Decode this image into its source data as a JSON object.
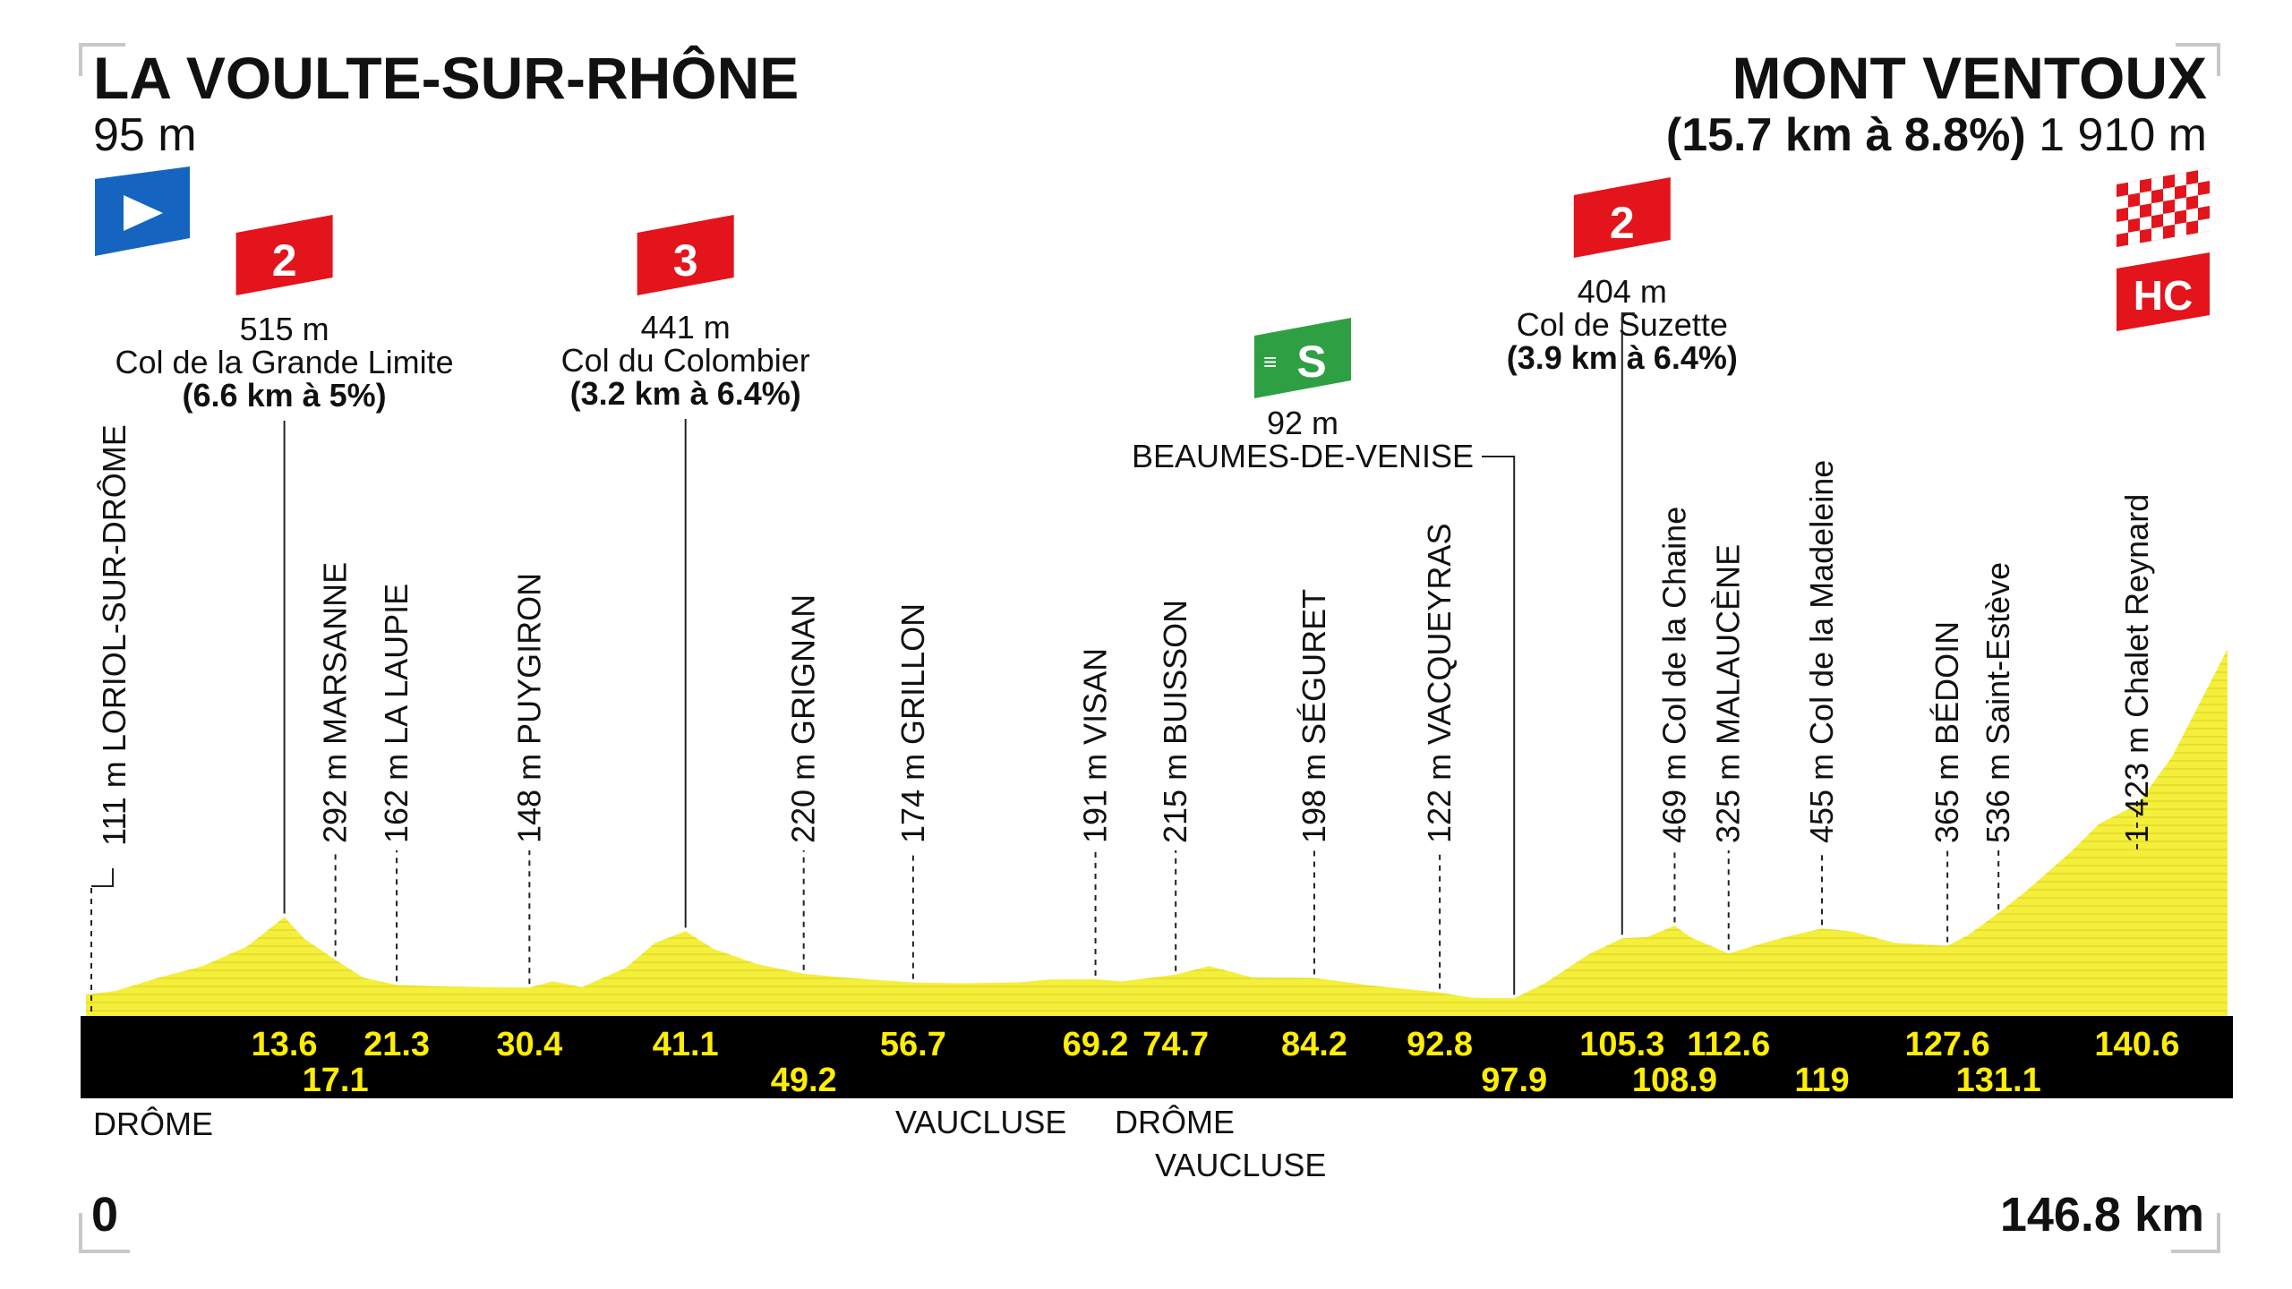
{
  "start": {
    "name": "LA VOULTE-SUR-RHÔNE",
    "altitude": "95 m",
    "km": "0",
    "icon": "start-flag-icon"
  },
  "finish": {
    "name": "MONT VENTOUX",
    "climb": "(15.7 km à 8.8%)",
    "altitude": "1 910 m",
    "km": "146.8 km",
    "icons": [
      "finish-checkered-flag-icon",
      "hc-category-icon"
    ],
    "hc_label": "HC"
  },
  "climbs": [
    {
      "category": "2",
      "altitude": "515 m",
      "name": "Col de la Grande Limite",
      "detail": "(6.6 km à 5%)",
      "km": 13.6
    },
    {
      "category": "3",
      "altitude": "441 m",
      "name": "Col du Colombier",
      "detail": "(3.2 km à 6.4%)",
      "km": 41.1
    },
    {
      "category": "2",
      "altitude": "404 m",
      "name": "Col de Suzette",
      "detail": "(3.9 km à 6.4%)",
      "km": 105.3
    }
  ],
  "sprint": {
    "letter": "S",
    "altitude": "92 m",
    "name": "BEAUMES-DE-VENISE",
    "km": 97.9,
    "icon": "sprint-icon"
  },
  "departments": [
    "DRÔME",
    "VAUCLUSE",
    "DRÔME",
    "VAUCLUSE"
  ],
  "colors": {
    "profile_fill": "#f4ef3a",
    "profile_line": "#e5d82a",
    "band": "#000000",
    "km_text": "#ffee00",
    "cat_red": "#e3141b",
    "start_blue": "#1565c0",
    "sprint_green": "#2ea043"
  },
  "chart_data": {
    "type": "area",
    "xlabel": "",
    "ylabel": "",
    "xlim": [
      0,
      146.8
    ],
    "ylim": [
      0,
      1910
    ],
    "profile": {
      "x": [
        0,
        2,
        5,
        8,
        11,
        13.6,
        15,
        17.1,
        19,
        21.3,
        24,
        27,
        30.4,
        32,
        34,
        37,
        39,
        41.1,
        43,
        46,
        49.2,
        52,
        56.7,
        60,
        64,
        66,
        69.2,
        71,
        74.7,
        77,
        80,
        84.2,
        88,
        92.8,
        95,
        97.9,
        100,
        103,
        105.3,
        107,
        108.9,
        110,
        112.6,
        115,
        117,
        119,
        121,
        124,
        127.6,
        129,
        131.1,
        133,
        136,
        138,
        140.6,
        143,
        146.8
      ],
      "y": [
        111,
        130,
        200,
        260,
        360,
        515,
        400,
        292,
        200,
        162,
        155,
        150,
        148,
        180,
        150,
        250,
        380,
        441,
        350,
        270,
        220,
        200,
        174,
        170,
        175,
        190,
        191,
        180,
        215,
        260,
        200,
        198,
        160,
        122,
        95,
        92,
        170,
        320,
        404,
        410,
        469,
        410,
        325,
        380,
        420,
        455,
        440,
        380,
        365,
        420,
        536,
        650,
        850,
        1000,
        1100,
        1350,
        1910
      ]
    },
    "points": [
      {
        "km": 0,
        "alt": "111 m",
        "name": "LORIOL-SUR-DRÔME"
      },
      {
        "km": 13.6,
        "alt": "515 m",
        "name": "Col de la Grande Limite"
      },
      {
        "km": 17.1,
        "alt": "292 m",
        "name": "MARSANNE"
      },
      {
        "km": 21.3,
        "alt": "162 m",
        "name": "LA LAUPIE"
      },
      {
        "km": 30.4,
        "alt": "148 m",
        "name": "PUYGIRON"
      },
      {
        "km": 41.1,
        "alt": "441 m",
        "name": "Col du Colombier"
      },
      {
        "km": 49.2,
        "alt": "220 m",
        "name": "GRIGNAN"
      },
      {
        "km": 56.7,
        "alt": "174 m",
        "name": "GRILLON"
      },
      {
        "km": 69.2,
        "alt": "191 m",
        "name": "VISAN"
      },
      {
        "km": 74.7,
        "alt": "215 m",
        "name": "BUISSON"
      },
      {
        "km": 84.2,
        "alt": "198 m",
        "name": "SÉGURET"
      },
      {
        "km": 92.8,
        "alt": "122 m",
        "name": "VACQUEYRAS"
      },
      {
        "km": 97.9,
        "alt": "92 m",
        "name": "BEAUMES-DE-VENISE"
      },
      {
        "km": 105.3,
        "alt": "404 m",
        "name": "Col de Suzette"
      },
      {
        "km": 108.9,
        "alt": "469 m",
        "name": "Col de la Chaine"
      },
      {
        "km": 112.6,
        "alt": "325 m",
        "name": "MALAUCÈNE"
      },
      {
        "km": 119,
        "alt": "455 m",
        "name": "Col de la Madeleine"
      },
      {
        "km": 127.6,
        "alt": "365 m",
        "name": "BÉDOIN"
      },
      {
        "km": 131.1,
        "alt": "536 m",
        "name": "Saint-Estève"
      },
      {
        "km": 140.6,
        "alt": "1 423 m",
        "name": "Chalet Reynard"
      }
    ],
    "km_labels": [
      {
        "km": 13.6,
        "label": "13.6",
        "row": 1
      },
      {
        "km": 17.1,
        "label": "17.1",
        "row": 2
      },
      {
        "km": 21.3,
        "label": "21.3",
        "row": 1
      },
      {
        "km": 30.4,
        "label": "30.4",
        "row": 1
      },
      {
        "km": 41.1,
        "label": "41.1",
        "row": 1
      },
      {
        "km": 49.2,
        "label": "49.2",
        "row": 2
      },
      {
        "km": 56.7,
        "label": "56.7",
        "row": 1
      },
      {
        "km": 69.2,
        "label": "69.2",
        "row": 1
      },
      {
        "km": 74.7,
        "label": "74.7",
        "row": 1
      },
      {
        "km": 84.2,
        "label": "84.2",
        "row": 1
      },
      {
        "km": 92.8,
        "label": "92.8",
        "row": 1
      },
      {
        "km": 97.9,
        "label": "97.9",
        "row": 2
      },
      {
        "km": 105.3,
        "label": "105.3",
        "row": 1
      },
      {
        "km": 108.9,
        "label": "108.9",
        "row": 2
      },
      {
        "km": 112.6,
        "label": "112.6",
        "row": 1
      },
      {
        "km": 119,
        "label": "119",
        "row": 2
      },
      {
        "km": 127.6,
        "label": "127.6",
        "row": 1
      },
      {
        "km": 131.1,
        "label": "131.1",
        "row": 2
      },
      {
        "km": 140.6,
        "label": "140.6",
        "row": 1
      }
    ]
  }
}
